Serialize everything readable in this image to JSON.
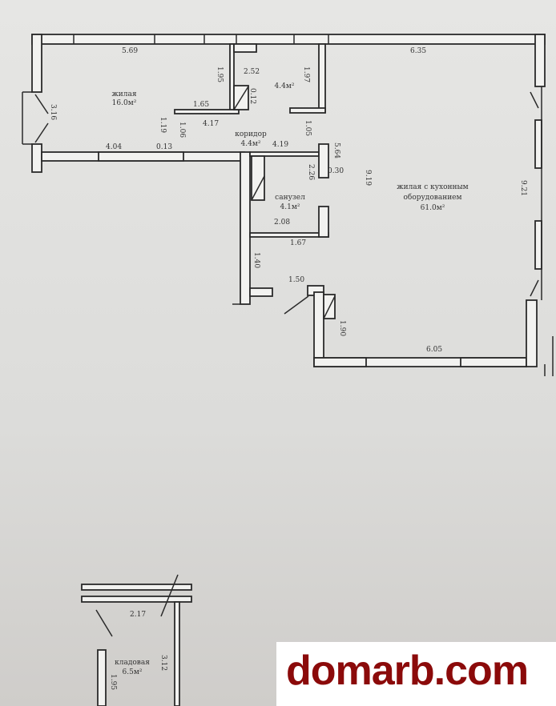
{
  "rooms": {
    "bedroom": {
      "name": "жилая",
      "area": "16.0м²"
    },
    "closet": {
      "area": "4.4м²"
    },
    "corridor": {
      "name": "коридор",
      "area": "4.4м²"
    },
    "bathroom": {
      "name": "санузел",
      "area": "4.1м²"
    },
    "living": {
      "name_line1": "жилая с кухонным",
      "name_line2": "оборудованием",
      "area": "61.0м²"
    },
    "storage": {
      "name": "кладовая",
      "area": "6.5м²"
    }
  },
  "dimensions": [
    "5.69",
    "6.35",
    "3.16",
    "1.95",
    "2.52",
    "1.97",
    "1.65",
    "4.17",
    "0.12",
    "1.19",
    "1.06",
    "4.04",
    "0.13",
    "4.19",
    "1.05",
    "5.64",
    "2.26",
    "0.30",
    "9.19",
    "9.21",
    "2.08",
    "1.67",
    "1.40",
    "1.50",
    "1.90",
    "6.05",
    "2.17",
    "3.12",
    "1.95"
  ],
  "watermark": "domarb.com",
  "colors": {
    "watermark": "#8b0a0a",
    "walls": "#2a2a2a"
  }
}
